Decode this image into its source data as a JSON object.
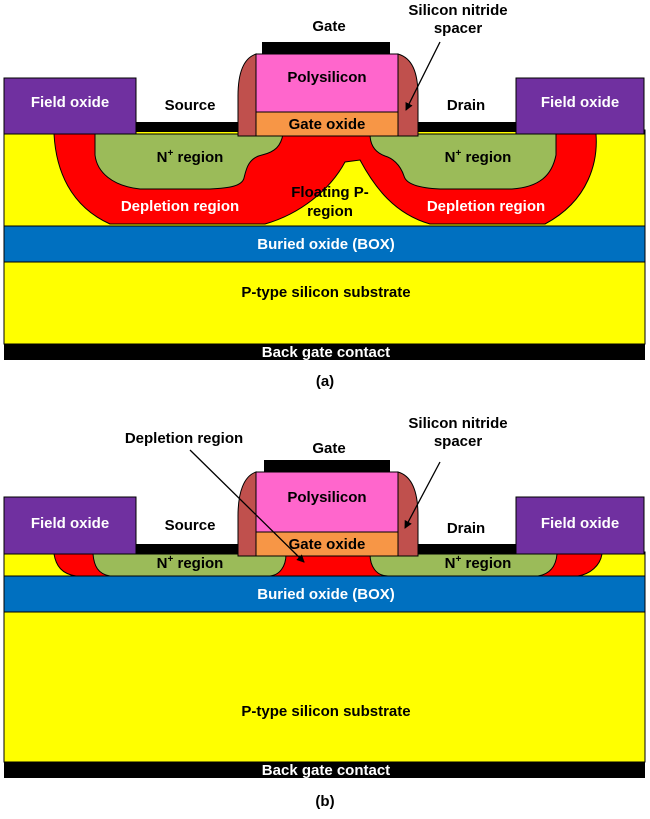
{
  "colors": {
    "yellow": "#FFFF00",
    "red": "#FF0000",
    "green": "#9BBB59",
    "blue": "#0070C0",
    "purple": "#7030A0",
    "pink": "#FF66CC",
    "orange": "#F79646",
    "spacer": "#C0504D",
    "black": "#000000"
  },
  "panel_a": {
    "caption": "(a)",
    "gate": "Gate",
    "spacer_line1": "Silicon nitride",
    "spacer_line2": "spacer",
    "field_oxide_left": "Field oxide",
    "field_oxide_right": "Field oxide",
    "source": "Source",
    "drain": "Drain",
    "polysilicon": "Polysilicon",
    "gate_oxide": "Gate oxide",
    "n_left": "N",
    "n_left_rest": " region",
    "n_right": "N",
    "n_right_rest": " region",
    "plus": "+",
    "depletion_left": "Depletion region",
    "depletion_right": "Depletion region",
    "floating_line1": "Floating P-",
    "floating_line2": "region",
    "box": "Buried oxide (BOX)",
    "substrate": "P-type silicon substrate",
    "back_gate": "Back gate contact"
  },
  "panel_b": {
    "caption": "(b)",
    "gate": "Gate",
    "spacer_line1": "Silicon nitride",
    "spacer_line2": "spacer",
    "depletion": "Depletion region",
    "field_oxide_left": "Field oxide",
    "field_oxide_right": "Field oxide",
    "source": "Source",
    "drain": "Drain",
    "polysilicon": "Polysilicon",
    "gate_oxide": "Gate oxide",
    "n_left": "N",
    "n_left_rest": " region",
    "n_right": "N",
    "n_right_rest": " region",
    "plus": "+",
    "box": "Buried oxide (BOX)",
    "substrate": "P-type silicon substrate",
    "back_gate": "Back gate contact"
  }
}
